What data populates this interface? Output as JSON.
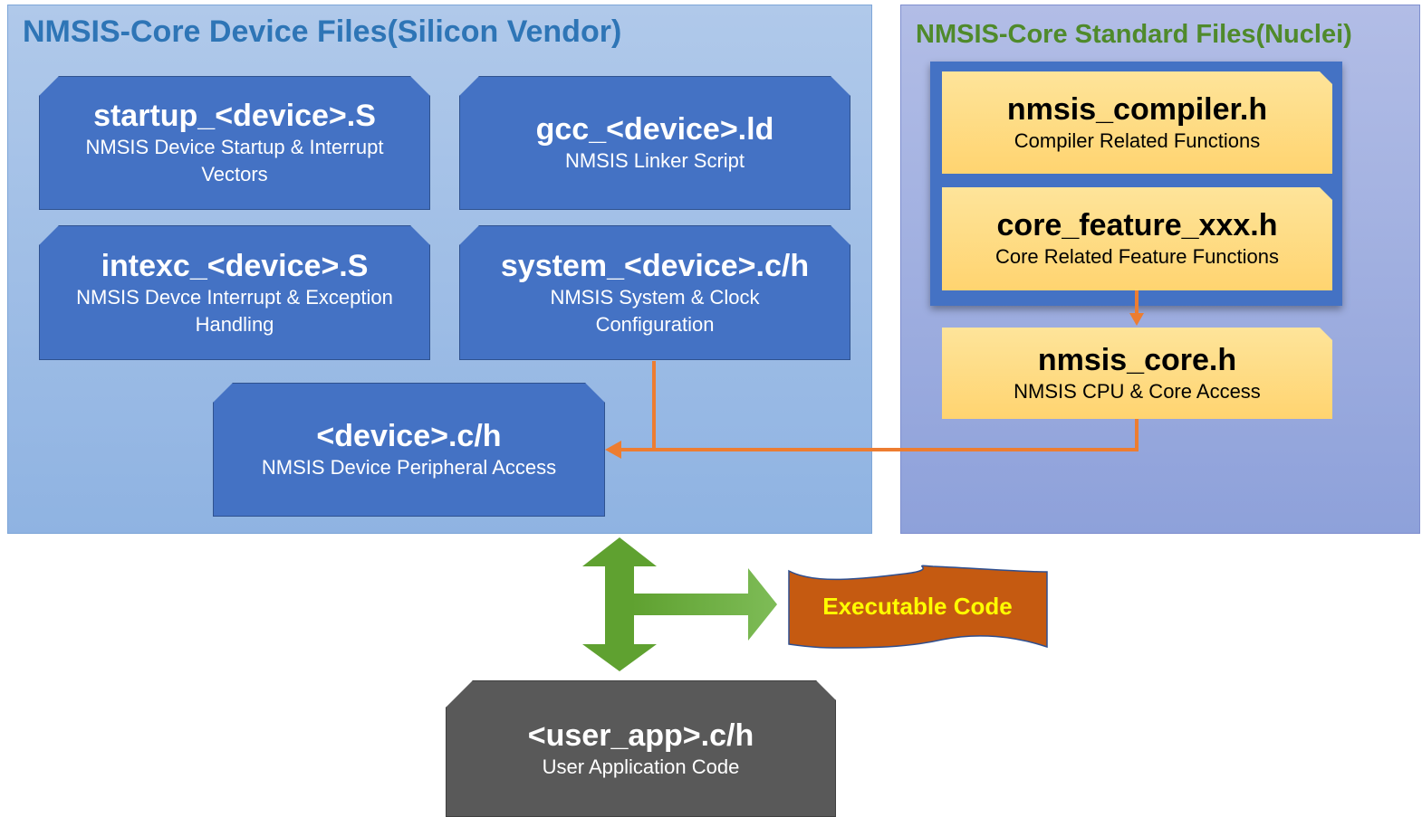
{
  "vendor_panel": {
    "title": "NMSIS-Core Device Files(Silicon Vendor)"
  },
  "standard_panel": {
    "title": "NMSIS-Core Standard Files(Nuclei)"
  },
  "vendor_files": {
    "startup": {
      "name": "startup_<device>.S",
      "desc": "NMSIS Device Startup & Interrupt Vectors"
    },
    "linker": {
      "name": "gcc_<device>.ld",
      "desc": "NMSIS Linker Script"
    },
    "intexc": {
      "name": "intexc_<device>.S",
      "desc": "NMSIS Devce Interrupt & Exception Handling"
    },
    "system": {
      "name": "system_<device>.c/h",
      "desc": "NMSIS System & Clock Configuration"
    },
    "device": {
      "name": "<device>.c/h",
      "desc": "NMSIS Device Peripheral Access"
    }
  },
  "standard_files": {
    "compiler": {
      "name": "nmsis_compiler.h",
      "desc": "Compiler Related Functions"
    },
    "feature": {
      "name": "core_feature_xxx.h",
      "desc": "Core Related Feature Functions"
    },
    "core": {
      "name": "nmsis_core.h",
      "desc": "NMSIS CPU & Core Access"
    }
  },
  "user_app": {
    "name": "<user_app>.c/h",
    "desc": "User Application Code"
  },
  "executable": {
    "label": "Executable Code"
  },
  "colors": {
    "vendor_title": "#2e75b6",
    "standard_title": "#4f8a2b",
    "file_blue": "#4472c4",
    "file_yellow": "#ffd470",
    "user_gray": "#595959",
    "connector_orange": "#ed7d31",
    "arrow_green": "#5fa130",
    "executable_fill": "#c55a11",
    "executable_text": "#ffff00"
  }
}
